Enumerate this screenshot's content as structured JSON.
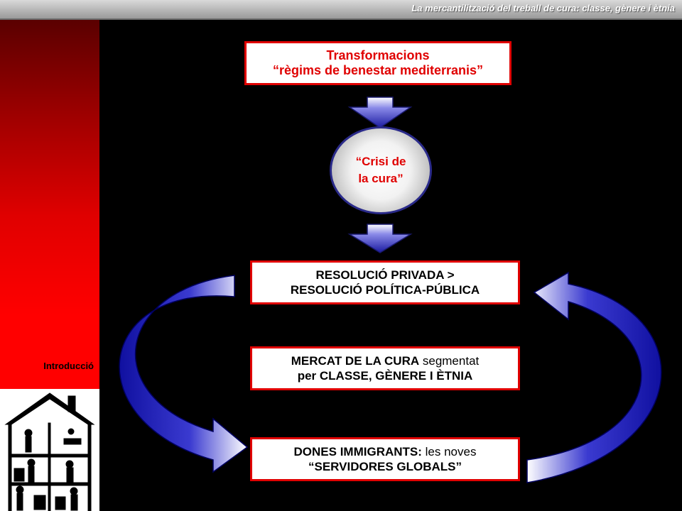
{
  "header": {
    "title": "La mercantilització del treball de cura: classe, gènere i ètnia"
  },
  "sidebar": {
    "section_label": "Introducció"
  },
  "diagram": {
    "top_box": {
      "line1": "Transformacions",
      "line2": "“règims de benestar mediterranis”"
    },
    "ellipse": {
      "line1": "“Crisi de",
      "line2": "la cura”"
    },
    "resolution_box": {
      "line1": "RESOLUCIÓ PRIVADA >",
      "line2": "RESOLUCIÓ POLÍTICA-PÚBLICA"
    },
    "market_box": {
      "part1": "MERCAT DE LA CURA",
      "part2": " segmentat",
      "line2": "per CLASSE, GÈNERE I ÈTNIA"
    },
    "women_box": {
      "part1": "DONES IMMIGRANTS:",
      "part2": " les noves",
      "line2": "“SERVIDORES GLOBALS”"
    }
  },
  "colors": {
    "accent": "#e00000",
    "arrow_blue": "#1a1aa0",
    "sidebar_red": "#ff0000"
  },
  "icons": [
    "down-arrow-icon",
    "curved-arrow-icon",
    "house-illustration"
  ]
}
